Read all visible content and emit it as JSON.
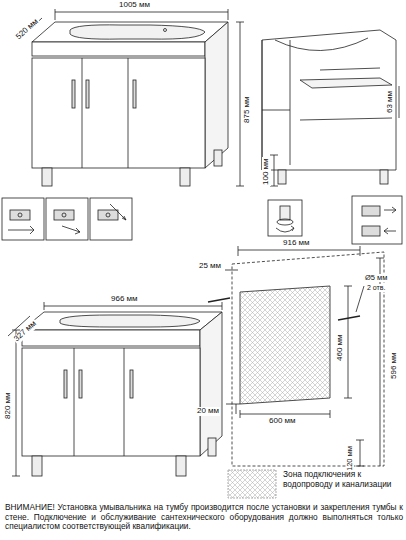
{
  "diagram": {
    "labels": [
      "520 мм",
      "1005 мм",
      "875 мм",
      "100 мм",
      "63 мм",
      "327 мм",
      "966 мм",
      "820 мм",
      "25 мм",
      "916 мм",
      "Ø5 мм",
      "2 отв.",
      "460 мм",
      "596 мм",
      "20 мм",
      "600 мм",
      "120 мм",
      "ВНИМАНИЕ! Установка умывальника на тумбу производится после установки и закрепления тумбы к стене. Подключение и обслуживание сантехнического оборудования должно выполняться только специалистом соответствующей квалификации."
    ],
    "legend": [
      {
        "text": "Зона подключения к водопроводу и канализации"
      }
    ]
  }
}
